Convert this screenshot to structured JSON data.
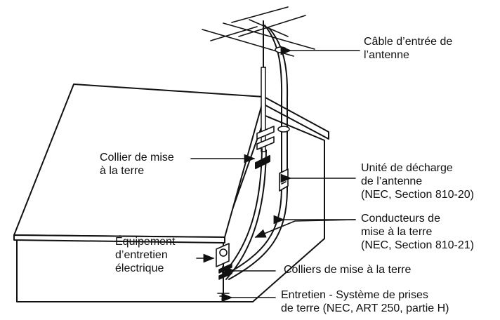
{
  "diagram": {
    "labels": {
      "antenna_lead_in": [
        "Câble d’entrée de",
        "l’antenne"
      ],
      "ground_clamp": [
        "Collier de mise",
        "à la terre"
      ],
      "discharge_unit": [
        "Unité de décharge",
        "de l’antenne",
        "(NEC, Section 810-20)"
      ],
      "grounding_conductors": [
        "Conducteurs de",
        "mise à la terre",
        "(NEC, Section 810-21)"
      ],
      "electric_service": [
        "Équipement",
        "d’entretien",
        "électrique"
      ],
      "ground_clamps": [
        "Colliers de mise à la terre"
      ],
      "electrode_system": [
        "Entretien - Système de prises",
        "de terre (NEC, ART 250, partie H)"
      ]
    }
  }
}
